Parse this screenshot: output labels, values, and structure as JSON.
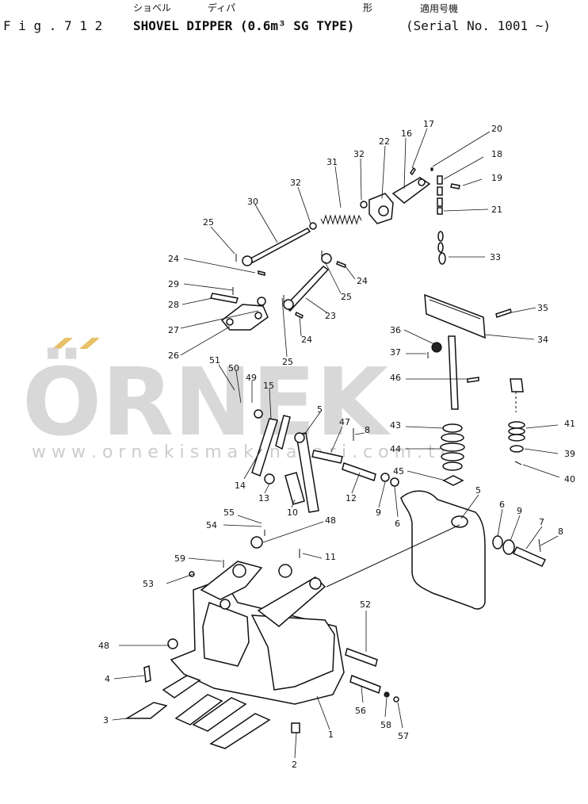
{
  "header": {
    "fig_label": "F i g . 7 1 2",
    "title": "SHOVEL  DIPPER (0.6m³ SG TYPE)",
    "serial": "(Serial No.  1001 ~)",
    "kana_shovel": "ショベル",
    "kana_dipper": "ディパ",
    "kanji_type": "形",
    "kanji_applicable": "適用号機"
  },
  "watermark": {
    "brand": "ÖRNEK",
    "url": "w w w . o r n e k i s m a k i n a l a r i . c o m . t r",
    "accent_color": "#e8c068"
  },
  "callouts": [
    {
      "id": "c1",
      "text": "17"
    },
    {
      "id": "c2",
      "text": "20"
    },
    {
      "id": "c3",
      "text": "16"
    },
    {
      "id": "c4",
      "text": "18"
    },
    {
      "id": "c5",
      "text": "22"
    },
    {
      "id": "c6",
      "text": "32"
    },
    {
      "id": "c7",
      "text": "31"
    },
    {
      "id": "c8",
      "text": "19"
    },
    {
      "id": "c9",
      "text": "32"
    },
    {
      "id": "c10",
      "text": "30"
    },
    {
      "id": "c11",
      "text": "21"
    },
    {
      "id": "c12",
      "text": "25"
    },
    {
      "id": "c13",
      "text": "33"
    },
    {
      "id": "c14",
      "text": "24"
    },
    {
      "id": "c15",
      "text": "24"
    },
    {
      "id": "c16",
      "text": "29"
    },
    {
      "id": "c17",
      "text": "25"
    },
    {
      "id": "c18",
      "text": "28"
    },
    {
      "id": "c19",
      "text": "35"
    },
    {
      "id": "c20",
      "text": "23"
    },
    {
      "id": "c21",
      "text": "27"
    },
    {
      "id": "c22",
      "text": "36"
    },
    {
      "id": "c23",
      "text": "24"
    },
    {
      "id": "c24",
      "text": "34"
    },
    {
      "id": "c25",
      "text": "26"
    },
    {
      "id": "c26",
      "text": "37"
    },
    {
      "id": "c27",
      "text": "51"
    },
    {
      "id": "c28",
      "text": "25"
    },
    {
      "id": "c29",
      "text": "50"
    },
    {
      "id": "c30",
      "text": "49"
    },
    {
      "id": "c31",
      "text": "15"
    },
    {
      "id": "c32",
      "text": "46"
    },
    {
      "id": "c33",
      "text": "5"
    },
    {
      "id": "c34",
      "text": "47"
    },
    {
      "id": "c35",
      "text": "43"
    },
    {
      "id": "c36",
      "text": "41"
    },
    {
      "id": "c37",
      "text": "8"
    },
    {
      "id": "c38",
      "text": "44"
    },
    {
      "id": "c39",
      "text": "39"
    },
    {
      "id": "c40",
      "text": "14"
    },
    {
      "id": "c41",
      "text": "45"
    },
    {
      "id": "c42",
      "text": "40"
    },
    {
      "id": "c43",
      "text": "13"
    },
    {
      "id": "c44",
      "text": "12"
    },
    {
      "id": "c45",
      "text": "9"
    },
    {
      "id": "c46",
      "text": "6"
    },
    {
      "id": "c47",
      "text": "10"
    },
    {
      "id": "c48",
      "text": "5"
    },
    {
      "id": "c49",
      "text": "6"
    },
    {
      "id": "c50",
      "text": "9"
    },
    {
      "id": "c51",
      "text": "55"
    },
    {
      "id": "c52",
      "text": "48"
    },
    {
      "id": "c53",
      "text": "7"
    },
    {
      "id": "c54",
      "text": "54"
    },
    {
      "id": "c55",
      "text": "8"
    },
    {
      "id": "c56",
      "text": "59"
    },
    {
      "id": "c57",
      "text": "11"
    },
    {
      "id": "c58",
      "text": "53"
    },
    {
      "id": "c59",
      "text": "52"
    },
    {
      "id": "c60",
      "text": "48"
    },
    {
      "id": "c61",
      "text": "4"
    },
    {
      "id": "c62",
      "text": "56"
    },
    {
      "id": "c63",
      "text": "3"
    },
    {
      "id": "c64",
      "text": "58"
    },
    {
      "id": "c65",
      "text": "1"
    },
    {
      "id": "c66",
      "text": "57"
    },
    {
      "id": "c67",
      "text": "2"
    }
  ]
}
